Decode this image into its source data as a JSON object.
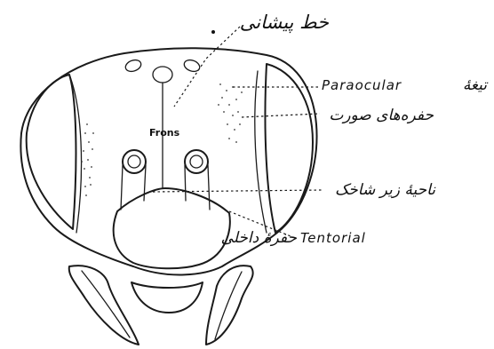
{
  "figure": {
    "labels": {
      "frontal_suture": "خط پیشانی",
      "paraocular_plate": "تیغهٔ Paraocular",
      "paraocular_en": "Paraocular",
      "paraocular_fa": "تیغهٔ",
      "facial_pits": "حفره‌های صورت",
      "antennal_socket_area": "ناحیهٔ زیر شاخک",
      "tentorial_pit": "حفرهٔ داخلی Tentorial",
      "tentorial_en": "Tentorial",
      "tentorial_fa": "حفرهٔ داخلی",
      "frons": "Frons"
    }
  }
}
